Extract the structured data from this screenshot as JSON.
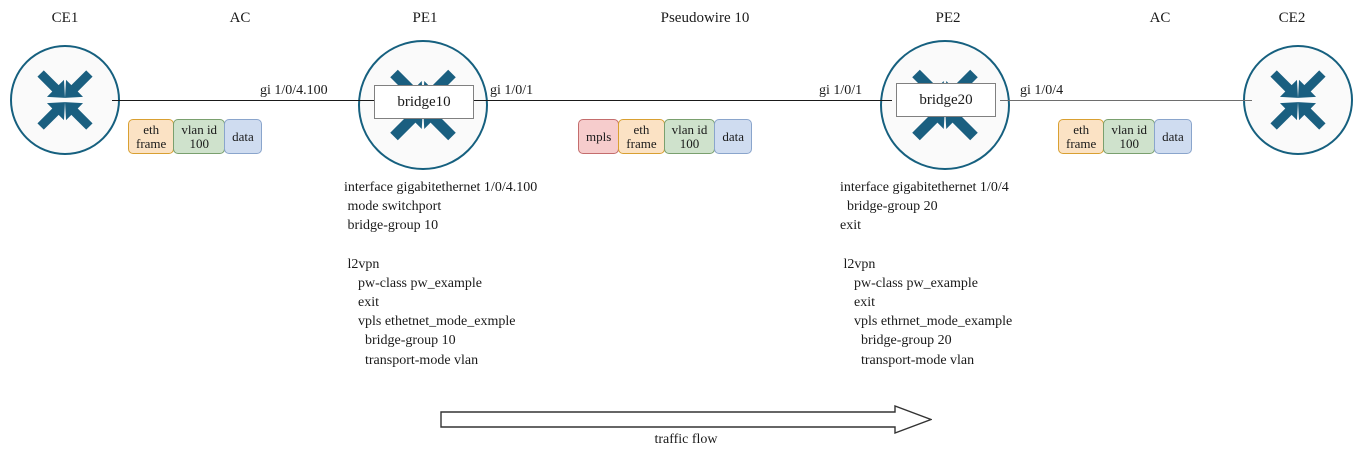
{
  "diagram": {
    "title": "VPLS / Pseudowire L2VPN topology",
    "colors": {
      "router_stroke": "#16607f",
      "router_fill": "#fafafa",
      "arrow_fill": "#1a5f80",
      "line": "#1a1a1a",
      "line_gray": "#6e6e6e",
      "mpls_fill": "#f6cccc",
      "mpls_stroke": "#c46d6d",
      "eth_fill": "#fbe2c4",
      "eth_stroke": "#d9a032",
      "vlan_fill": "#cfe2cc",
      "vlan_stroke": "#7aa06e",
      "data_fill": "#cfdcf0",
      "data_stroke": "#8aa5cc"
    }
  },
  "nodes": [
    {
      "id": "ce1",
      "label": "CE1",
      "kind": "router"
    },
    {
      "id": "pe1",
      "label": "PE1",
      "kind": "router",
      "bridge": "bridge10"
    },
    {
      "id": "pe2",
      "label": "PE2",
      "kind": "router",
      "bridge": "bridge20"
    },
    {
      "id": "ce2",
      "label": "CE2",
      "kind": "router"
    }
  ],
  "segment_labels": {
    "ac_left": "AC",
    "pseudowire": "Pseudowire 10",
    "ac_right": "AC"
  },
  "interfaces": {
    "ce1_pe1": "gi 1/0/4.100",
    "pe1_pw": "gi 1/0/1",
    "pw_pe2": "gi 1/0/1",
    "pe2_ce2": "gi 1/0/4"
  },
  "packets": {
    "ac_left": [
      {
        "name": "eth-frame",
        "lines": [
          "eth",
          "frame"
        ],
        "style": "eth"
      },
      {
        "name": "vlan-id",
        "lines": [
          "vlan id",
          "100"
        ],
        "style": "vlan"
      },
      {
        "name": "data",
        "lines": [
          "data"
        ],
        "style": "data"
      }
    ],
    "pseudowire": [
      {
        "name": "mpls",
        "lines": [
          "mpls"
        ],
        "style": "mpls"
      },
      {
        "name": "eth-frame",
        "lines": [
          "eth",
          "frame"
        ],
        "style": "eth"
      },
      {
        "name": "vlan-id",
        "lines": [
          "vlan id",
          "100"
        ],
        "style": "vlan"
      },
      {
        "name": "data",
        "lines": [
          "data"
        ],
        "style": "data"
      }
    ],
    "ac_right": [
      {
        "name": "eth-frame",
        "lines": [
          "eth",
          "frame"
        ],
        "style": "eth"
      },
      {
        "name": "vlan-id",
        "lines": [
          "vlan id",
          "100"
        ],
        "style": "vlan"
      },
      {
        "name": "data",
        "lines": [
          "data"
        ],
        "style": "data"
      }
    ]
  },
  "configs": {
    "pe1": "interface gigabitethernet 1/0/4.100\n mode switchport\n bridge-group 10\n\n l2vpn\n    pw-class pw_example\n    exit\n    vpls ethetnet_mode_exmple\n      bridge-group 10\n      transport-mode vlan",
    "pe2": "interface gigabitethernet 1/0/4\n  bridge-group 20\nexit\n\n l2vpn\n    pw-class pw_example\n    exit\n    vpls ethrnet_mode_example\n      bridge-group 20\n      transport-mode vlan"
  },
  "traffic_flow": {
    "label": "traffic flow",
    "direction": "left-to-right"
  }
}
